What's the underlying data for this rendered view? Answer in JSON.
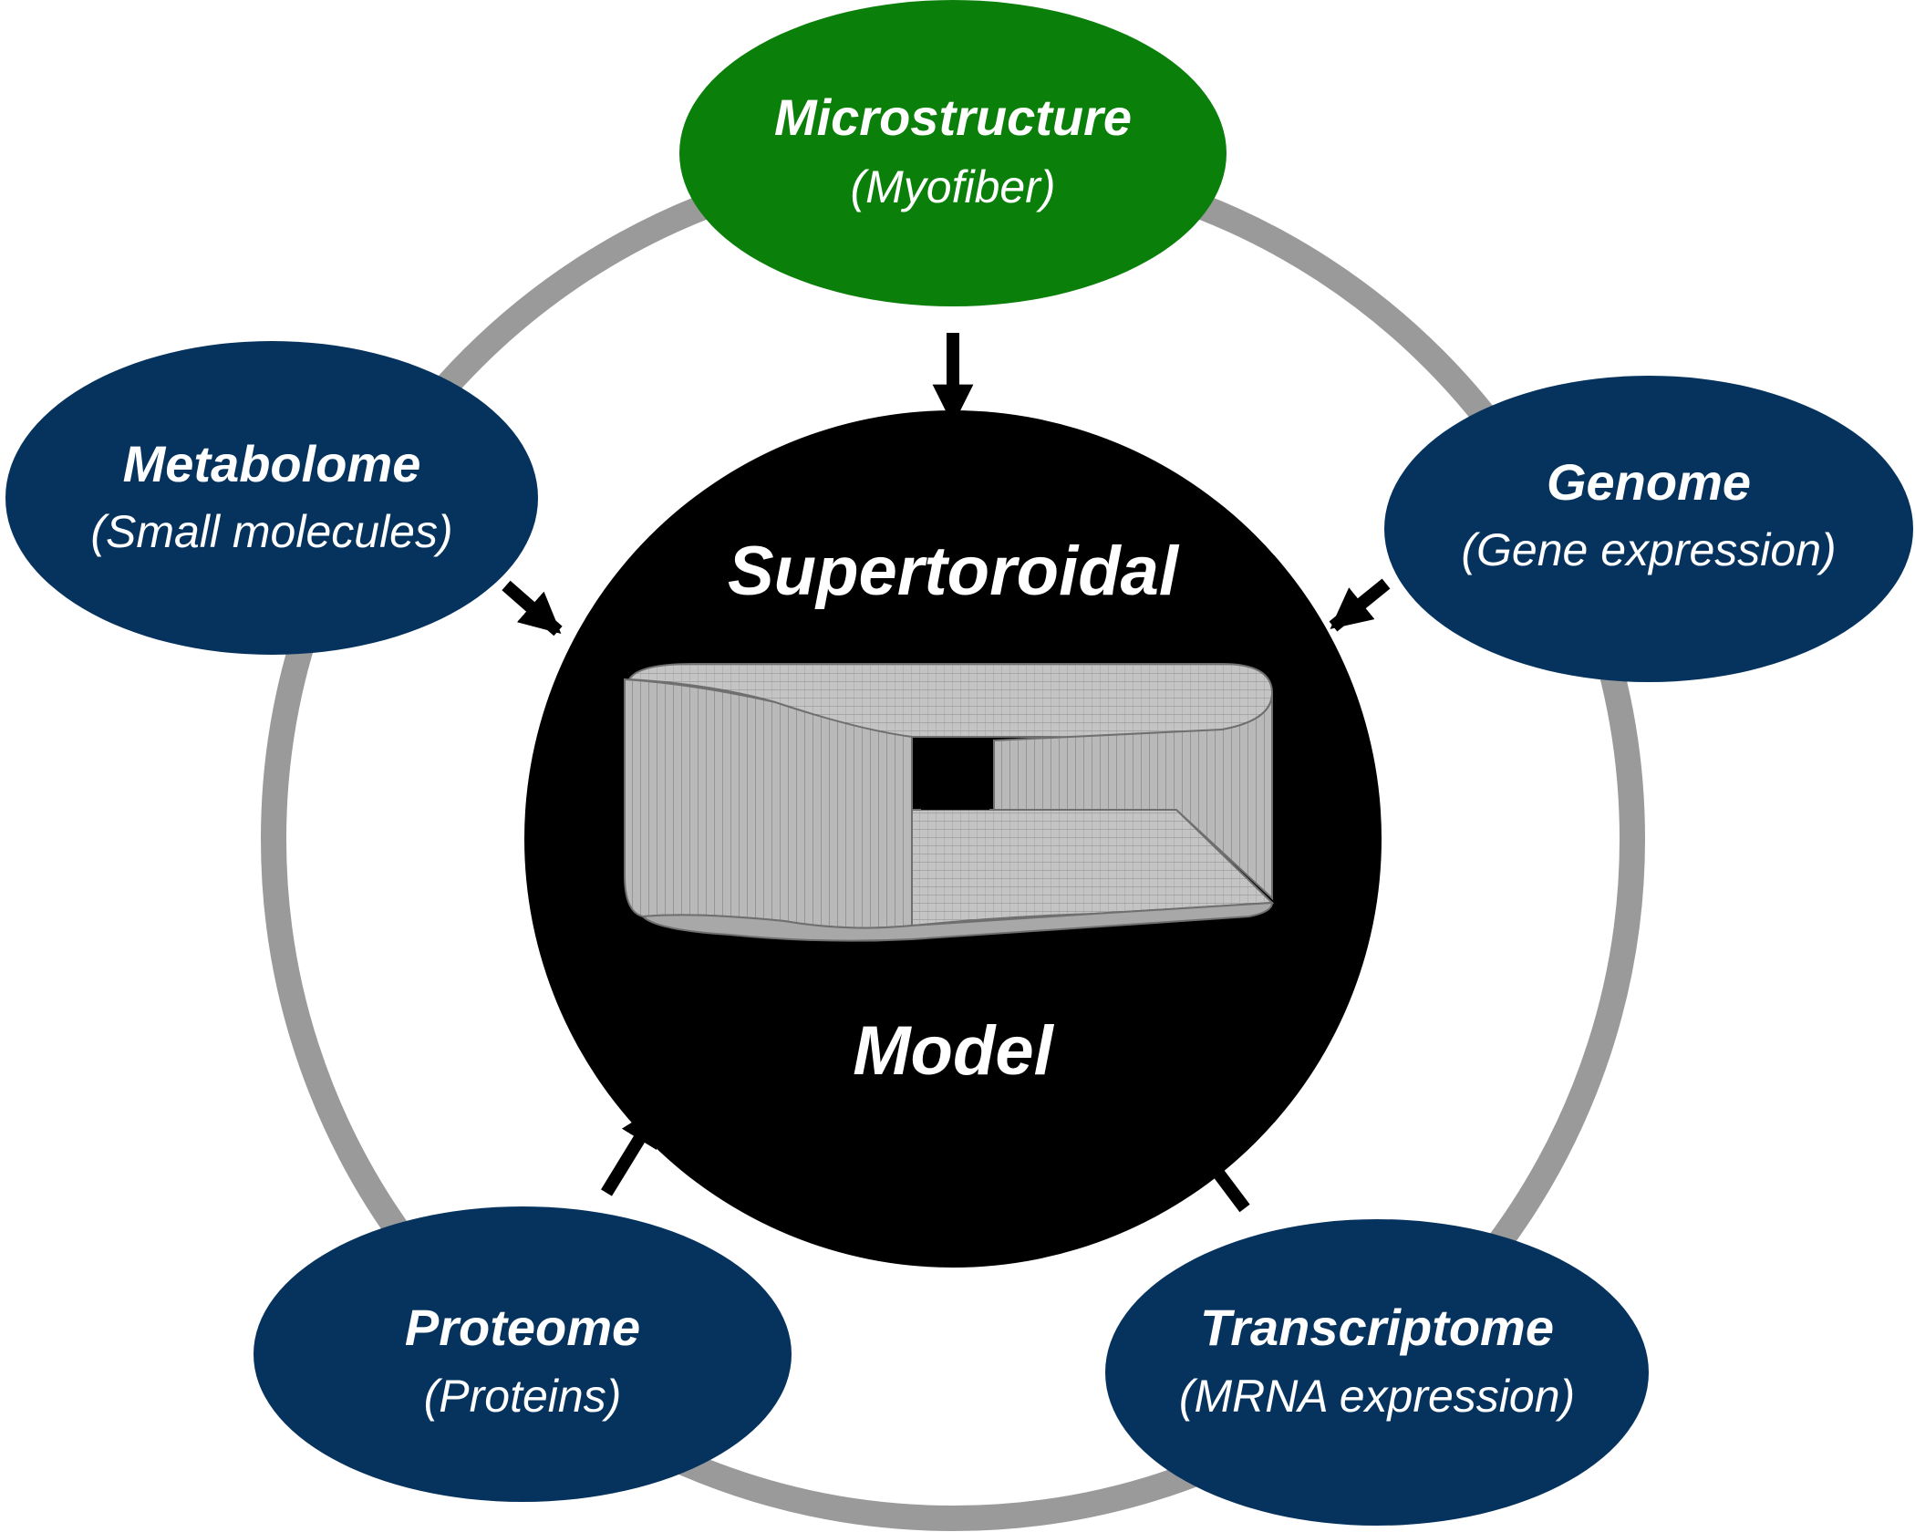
{
  "colors": {
    "background": "#ffffff",
    "ring": "#9a9a9a",
    "node_blue": "#06335e",
    "node_green": "#0a7f0a",
    "center": "#000000",
    "arrow": "#000000",
    "text": "#ffffff"
  },
  "center": {
    "title": "Supertoroidal",
    "subtitle": "Model",
    "shape": "supertoroid-mesh"
  },
  "nodes": [
    {
      "id": "microstructure",
      "title": "Microstructure",
      "subtitle": "(Myofiber)",
      "color": "#0a7f0a"
    },
    {
      "id": "metabolome",
      "title": "Metabolome",
      "subtitle": "(Small molecules)",
      "color": "#06335e"
    },
    {
      "id": "genome",
      "title": "Genome",
      "subtitle": "(Gene expression)",
      "color": "#06335e"
    },
    {
      "id": "proteome",
      "title": "Proteome",
      "subtitle": "(Proteins)",
      "color": "#06335e"
    },
    {
      "id": "transcriptome",
      "title": "Transcriptome",
      "subtitle": "(MRNA expression)",
      "color": "#06335e"
    }
  ]
}
